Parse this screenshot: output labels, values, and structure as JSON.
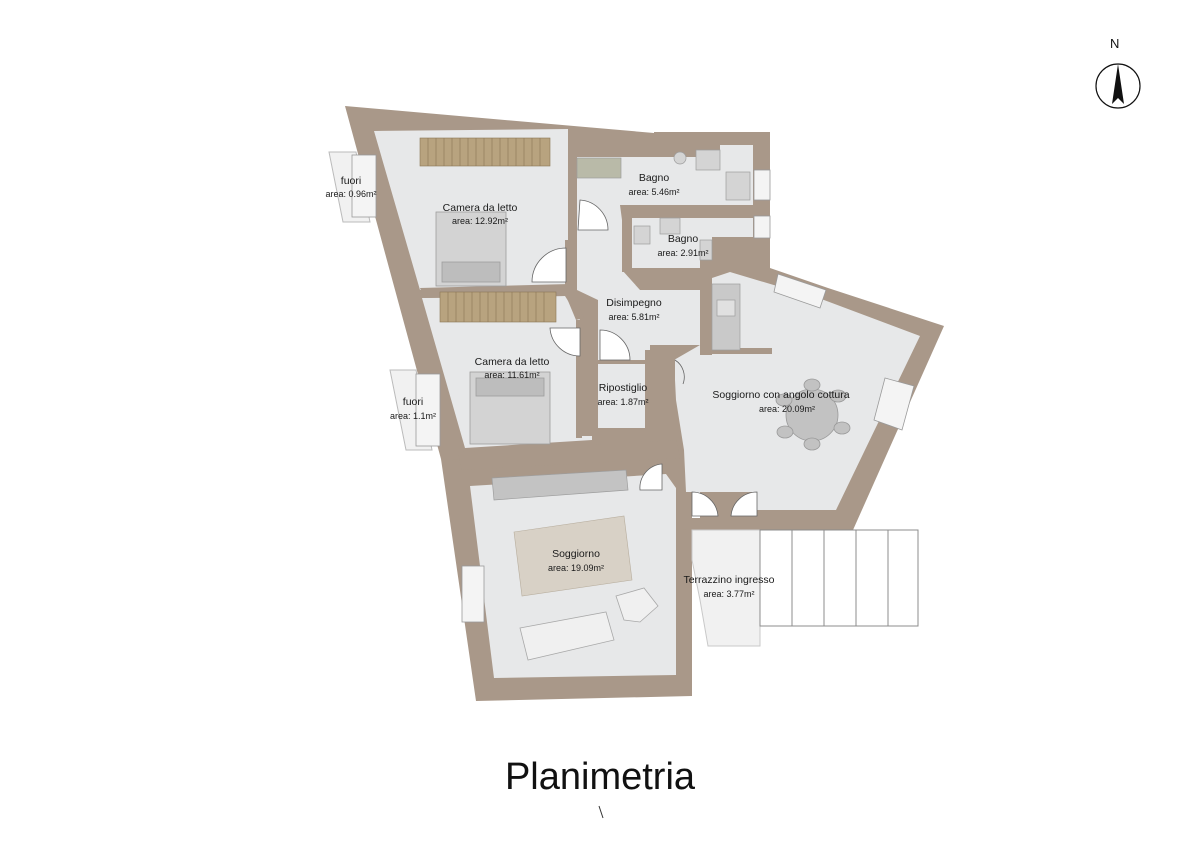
{
  "title": "Planimetria",
  "compass": {
    "label": "N",
    "icon": "north-arrow-icon"
  },
  "colors": {
    "wall": "#a99889",
    "floor": "#e7e8e9",
    "terrace": "#f1f1f1",
    "furniture": "#c9c9c9",
    "wood": "#b8a37f"
  },
  "rooms": [
    {
      "id": "fuori-1",
      "name": "fuori",
      "area": "area: 0.96m²"
    },
    {
      "id": "camera-1",
      "name": "Camera da letto",
      "area": "area: 12.92m²"
    },
    {
      "id": "bagno-1",
      "name": "Bagno",
      "area": "area: 5.46m²"
    },
    {
      "id": "bagno-2",
      "name": "Bagno",
      "area": "area: 2.91m²"
    },
    {
      "id": "disimpegno",
      "name": "Disimpegno",
      "area": "area: 5.81m²"
    },
    {
      "id": "camera-2",
      "name": "Camera da letto",
      "area": "area: 11.61m²"
    },
    {
      "id": "fuori-2",
      "name": "fuori",
      "area": "area: 1.1m²"
    },
    {
      "id": "ripostiglio",
      "name": "Ripostiglio",
      "area": "area: 1.87m²"
    },
    {
      "id": "soggiorno-cottura",
      "name": "Soggiorno con angolo cottura",
      "area": "area: 20.09m²"
    },
    {
      "id": "soggiorno",
      "name": "Soggiorno",
      "area": "area: 19.09m²"
    },
    {
      "id": "terrazzino",
      "name": "Terrazzino ingresso",
      "area": "area: 3.77m²"
    }
  ]
}
